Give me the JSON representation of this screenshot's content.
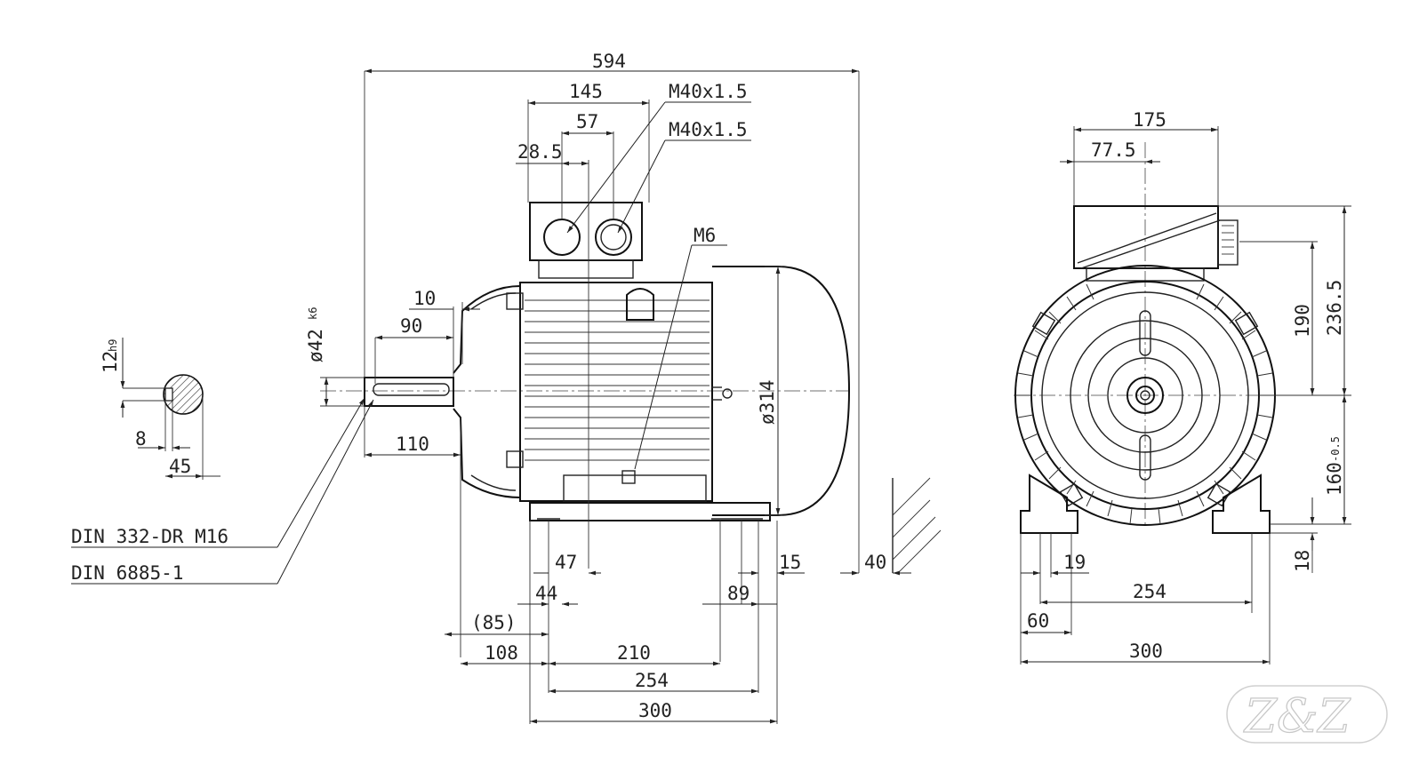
{
  "side_view": {
    "overall_length": "594",
    "terminal_box_width": "145",
    "gland_spacing": "57",
    "gland_offset": "28.5",
    "gland_thread_1": "M40x1.5",
    "gland_thread_2": "M40x1.5",
    "earth_screw": "M6",
    "shaft_end_offset": "10",
    "shaft_key_length": "90",
    "shaft_diameter": "ø42",
    "shaft_tolerance": "k6",
    "housing_diameter": "ø314",
    "shaft_length": "110",
    "dim_47": "47",
    "dim_44": "44",
    "dim_85": "(85)",
    "dim_108": "108",
    "dim_210": "210",
    "dim_254": "254",
    "dim_300": "300",
    "dim_89": "89",
    "dim_15": "15",
    "dim_40": "40"
  },
  "shaft_section": {
    "key_width": "12",
    "key_tolerance": "h9",
    "key_height": "8",
    "section_height": "45"
  },
  "references": {
    "center_hole": "DIN 332-DR M16",
    "key_standard": "DIN 6885-1"
  },
  "end_view": {
    "box_width": "175",
    "box_offset": "77.5",
    "height_190": "190",
    "height_236": "236.5",
    "shaft_height": "160",
    "shaft_height_tol": "-0.5",
    "foot_thickness": "18",
    "dim_19": "19",
    "dim_254": "254",
    "dim_60": "60",
    "dim_300": "300"
  },
  "watermark": "Z&Z"
}
